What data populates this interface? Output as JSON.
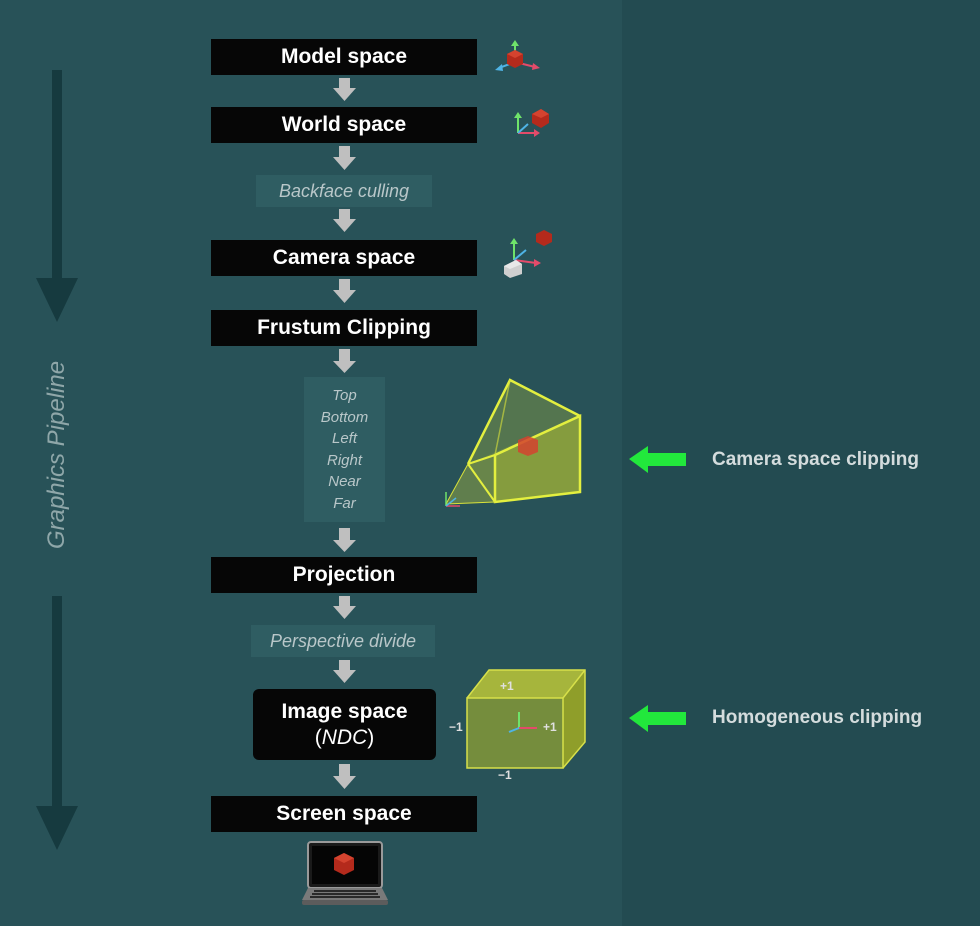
{
  "pipeline": {
    "vertical_label": "Graphics Pipeline",
    "stages": {
      "model": "Model space",
      "world": "World space",
      "backface": "Backface culling",
      "camera": "Camera space",
      "frustum": "Frustum Clipping",
      "projection": "Projection",
      "perspective": "Perspective divide",
      "image_line1": "Image space",
      "image_line2": "NDC",
      "screen": "Screen space"
    },
    "clip_planes": [
      "Top",
      "Bottom",
      "Left",
      "Right",
      "Near",
      "Far"
    ]
  },
  "annotations": {
    "camera_clipping": "Camera space clipping",
    "homogeneous_clipping": "Homogeneous clipping"
  },
  "ndc_axes": {
    "top": "+1",
    "right": "+1",
    "left": "−1",
    "bottom": "−1"
  },
  "colors": {
    "background": "#285258",
    "box": "#060606",
    "note_box": "#2f5d62",
    "flow_arrow": "#bfbfbf",
    "pipeline_arrow": "#163a3f",
    "highlight_arrow": "#22e83c",
    "frustum": "#c8d23a",
    "cube": "#b42a1c"
  }
}
